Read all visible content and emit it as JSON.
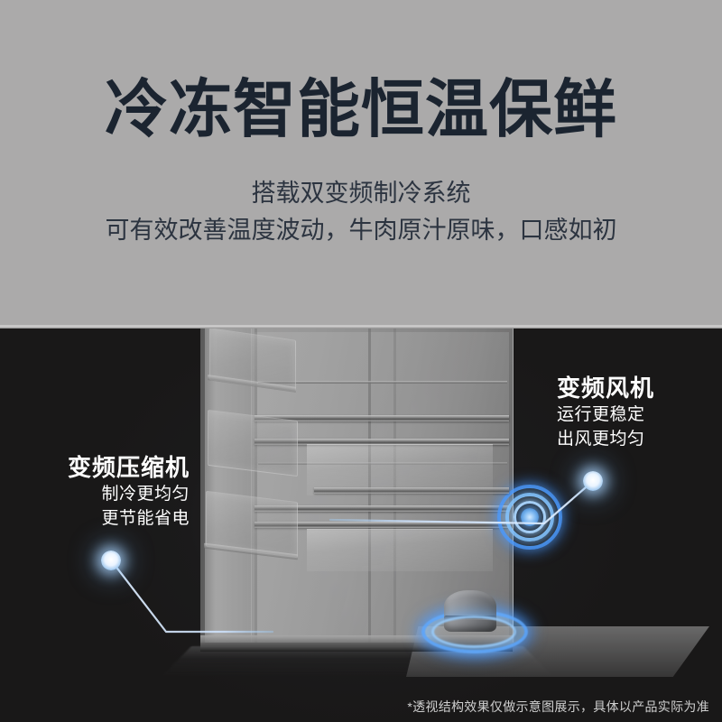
{
  "header": {
    "headline": "冷冻智能恒温保鲜",
    "subline_1": "搭载双变频制冷系统",
    "subline_2": "可有效改善温度波动，牛肉原汁原味，口感如初",
    "background_color": "#abaaaa",
    "headline_color": "#1b2430"
  },
  "stage": {
    "background_color": "#191818",
    "glow_color": "#5aa5ff"
  },
  "callouts": {
    "left": {
      "title": "变频压缩机",
      "line_1": "制冷更均匀",
      "line_2": "更节能省电"
    },
    "right": {
      "title": "变频风机",
      "line_1": "运行更稳定",
      "line_2": "出风更均匀"
    }
  },
  "footnote": "*透视结构效果仅做示意图展示，具体以产品实际为准"
}
